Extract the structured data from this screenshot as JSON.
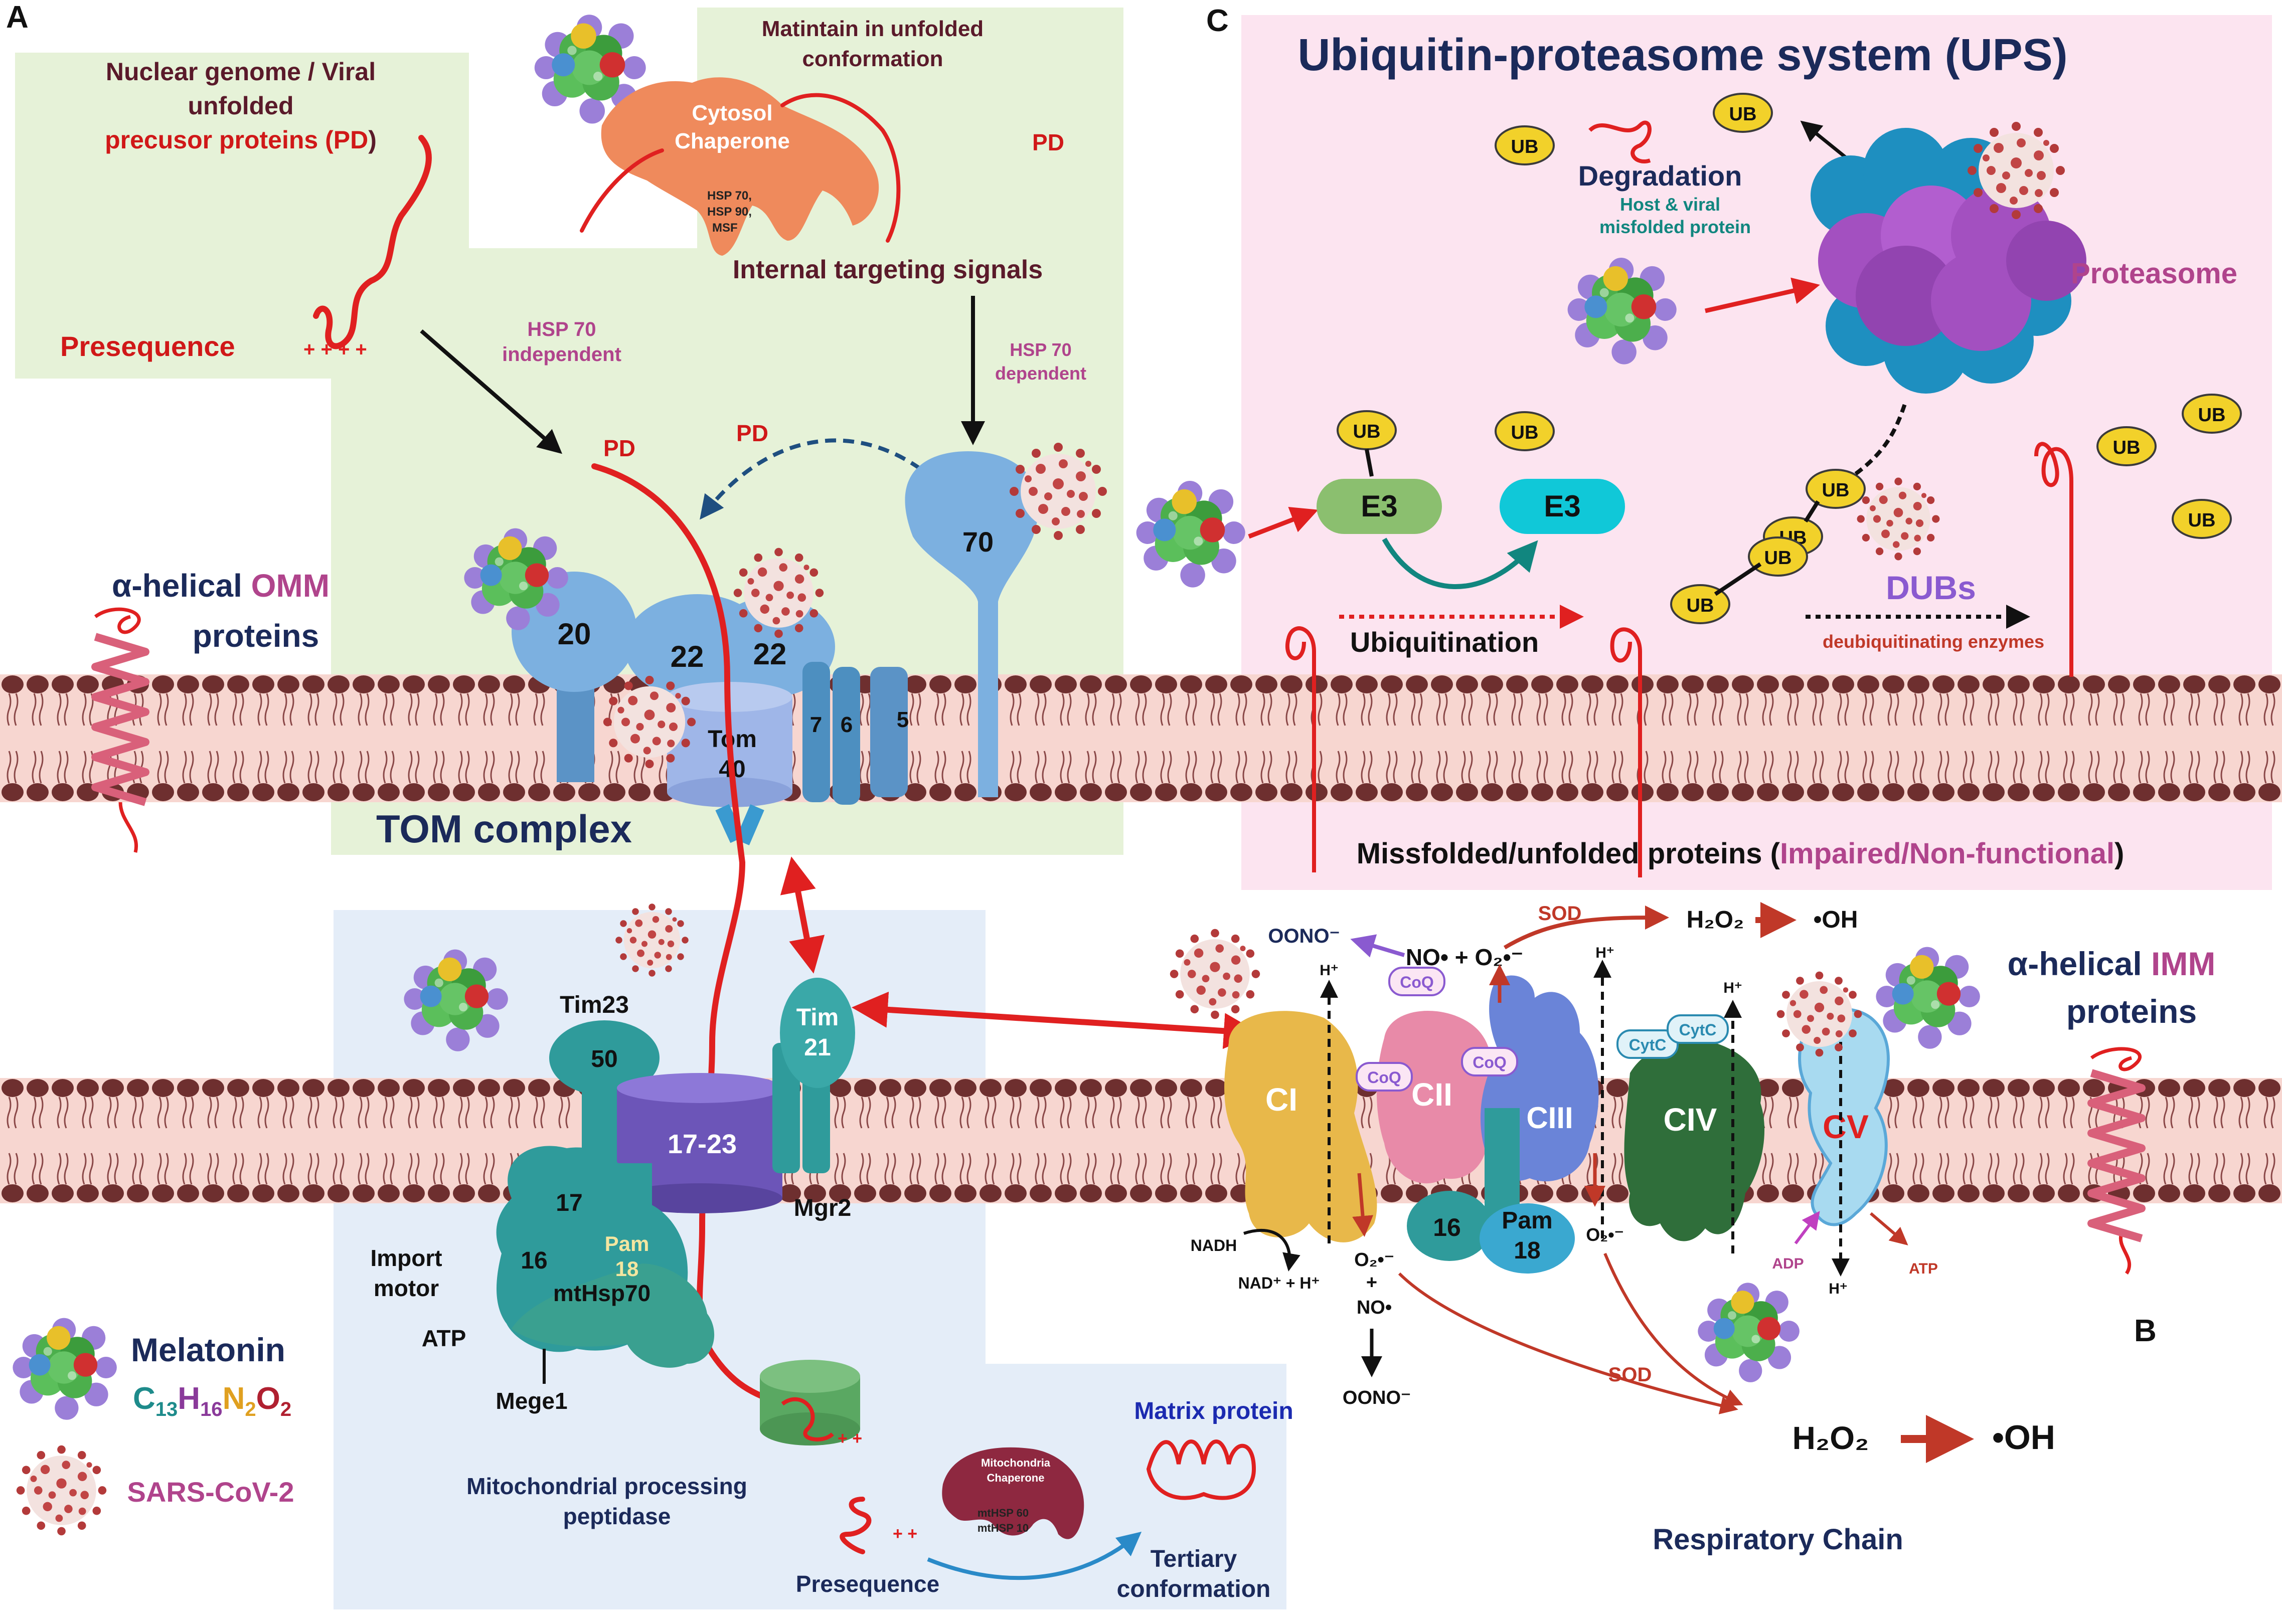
{
  "panels": {
    "a": "A",
    "b": "B",
    "c": "C"
  },
  "panel_a": {
    "header": {
      "line1": "Nuclear genome / Viral",
      "line2": "unfolded",
      "line3_pre": "precusor proteins (",
      "line3_pd": "PD",
      "line3_post": ")"
    },
    "presequence": "Presequence",
    "maintain": {
      "line1": "Matintain in unfolded",
      "line2": "conformation"
    },
    "chaperone": {
      "line1": "Cytosol",
      "line2": "Chaperone",
      "hsp1": "HSP 70,",
      "hsp2": "HSP 90,",
      "hsp3": "MSF"
    },
    "pd_label": "PD",
    "internal_signals": "Internal targeting signals",
    "hsp70_independent": {
      "line1": "HSP 70",
      "line2": "independent"
    },
    "hsp70_dependent": {
      "line1": "HSP 70",
      "line2": "dependent"
    },
    "pd_tom": "PD",
    "pd_dashed": "PD",
    "omm_label": {
      "pre": "α-helical ",
      "accent": "OMM",
      "line2": "proteins"
    },
    "tom": {
      "r20": "20",
      "r22a": "22",
      "r22b": "22",
      "r7": "7",
      "r6": "6",
      "r5": "5",
      "tom40_l1": "Tom",
      "tom40_l2": "40",
      "r70": "70"
    },
    "tom_complex": "TOM complex",
    "tim": {
      "tim23": "Tim23",
      "r50": "50",
      "r1723": "17-23",
      "tim21_l1": "Tim",
      "tim21_l2": "21",
      "mgr2": "Mgr2",
      "r17": "17",
      "r16": "16",
      "pam_l1": "Pam",
      "pam_l2": "18",
      "mthsp70": "mtHsp70"
    },
    "import_motor": {
      "line1": "Import",
      "line2": "motor"
    },
    "atp": "ATP",
    "mege1": "Mege1",
    "mpp": {
      "line1": "Mitochondrial processing",
      "line2": "peptidase"
    },
    "presequence2": "Presequence",
    "mito_chaperone": {
      "line1": "Mitochondria",
      "line2": "Chaperone",
      "hsp1": "mtHSP 60",
      "hsp2": "mtHSP 10"
    },
    "matrix_protein": "Matrix protein",
    "tertiary": {
      "line1": "Tertiary",
      "line2": "conformation"
    }
  },
  "legend": {
    "melatonin": "Melatonin",
    "formula": [
      {
        "t": "C",
        "c": "#1e8b8b"
      },
      {
        "t": "13",
        "c": "#1e8b8b",
        "sub": true
      },
      {
        "t": "H",
        "c": "#8a3a9a"
      },
      {
        "t": "16",
        "c": "#8a3a9a",
        "sub": true
      },
      {
        "t": "N",
        "c": "#e0a020"
      },
      {
        "t": "2",
        "c": "#e0a020",
        "sub": true
      },
      {
        "t": "O",
        "c": "#b02030"
      },
      {
        "t": "2",
        "c": "#b02030",
        "sub": true
      }
    ],
    "sars": "SARS-CoV-2"
  },
  "panel_c": {
    "title": "Ubiquitin-proteasome system (UPS)",
    "ub": "UB",
    "degradation": "Degradation",
    "host_viral": {
      "line1": "Host & viral",
      "line2": "misfolded protein"
    },
    "proteasome": "Proteasome",
    "e3a": "E3",
    "e3b": "E3",
    "ubiquitination": "Ubiquitination",
    "dubs": "DUBs",
    "dubs_sub": "deubiquitinating enzymes",
    "misfolded": {
      "pre": "Missfolded/unfolded proteins (",
      "accent": "Impaired/Non-functional",
      "post": ")"
    }
  },
  "panel_b": {
    "oono_top": "OONO⁻",
    "no_o2": "NO• + O₂•⁻",
    "sod_top": "SOD",
    "h2o2_top": "H₂O₂",
    "oh_top": "•OH",
    "h_plus": "H⁺",
    "coq": "CoQ",
    "cytc": "CytC",
    "ci": "CI",
    "cii": "CII",
    "ciii": "CIII",
    "civ": "CIV",
    "cv": "CV",
    "r16": "16",
    "pam_l1": "Pam",
    "pam_l2": "18",
    "nadh": "NADH",
    "nad": "NAD⁺ + H⁺",
    "o2_rad": "O₂•⁻",
    "plus": "+",
    "no_rad": "NO•",
    "oono_bottom": "OONO⁻",
    "adp": "ADP",
    "atp": "ATP",
    "sod_bottom": "SOD",
    "h2o2_bottom": "H₂O₂",
    "oh_bottom": "•OH",
    "imm_label": {
      "pre": "α-helical ",
      "accent": "IMM",
      "line2": "proteins"
    },
    "respiratory_chain": "Respiratory Chain"
  },
  "colors": {
    "panel_a_bg": "#e6f2d8",
    "panel_c_bg": "#fce4f0",
    "panel_mito_bg": "#e4edf8",
    "membrane": "#f7d6d0",
    "head": "#6e2f2f",
    "protein": "#e02020",
    "tom_blue": "#7cb0e0",
    "teal": "#2f9b9b",
    "ub": "#f2d12a",
    "proteasome_purple": "#a350c0",
    "proteasome_blue": "#1e8fc0"
  }
}
